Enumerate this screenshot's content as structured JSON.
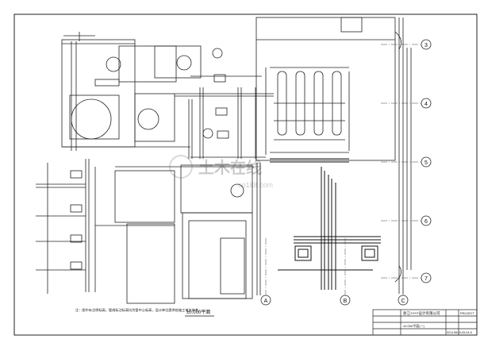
{
  "axes": {
    "rows": [
      "3",
      "4",
      "5",
      "6",
      "7"
    ],
    "cols": [
      "A",
      "B",
      "C"
    ]
  },
  "plan_title": "±0.000平面",
  "note": "注：图中未注明标高，管线标注标高均为管中心标高，设计单位提供给施工单位参考。",
  "watermark": "土木在线",
  "watermark_url": "co188.com",
  "title_block": {
    "company": "浙江××××设计有限公司",
    "project_label": "PROJECT",
    "drawing_no": "0214.06/10-05-04-8",
    "sheet_title": "±0.000平面(一)"
  },
  "colors": {
    "line": "#111111",
    "thin": "#333333",
    "grid": "#444444"
  }
}
